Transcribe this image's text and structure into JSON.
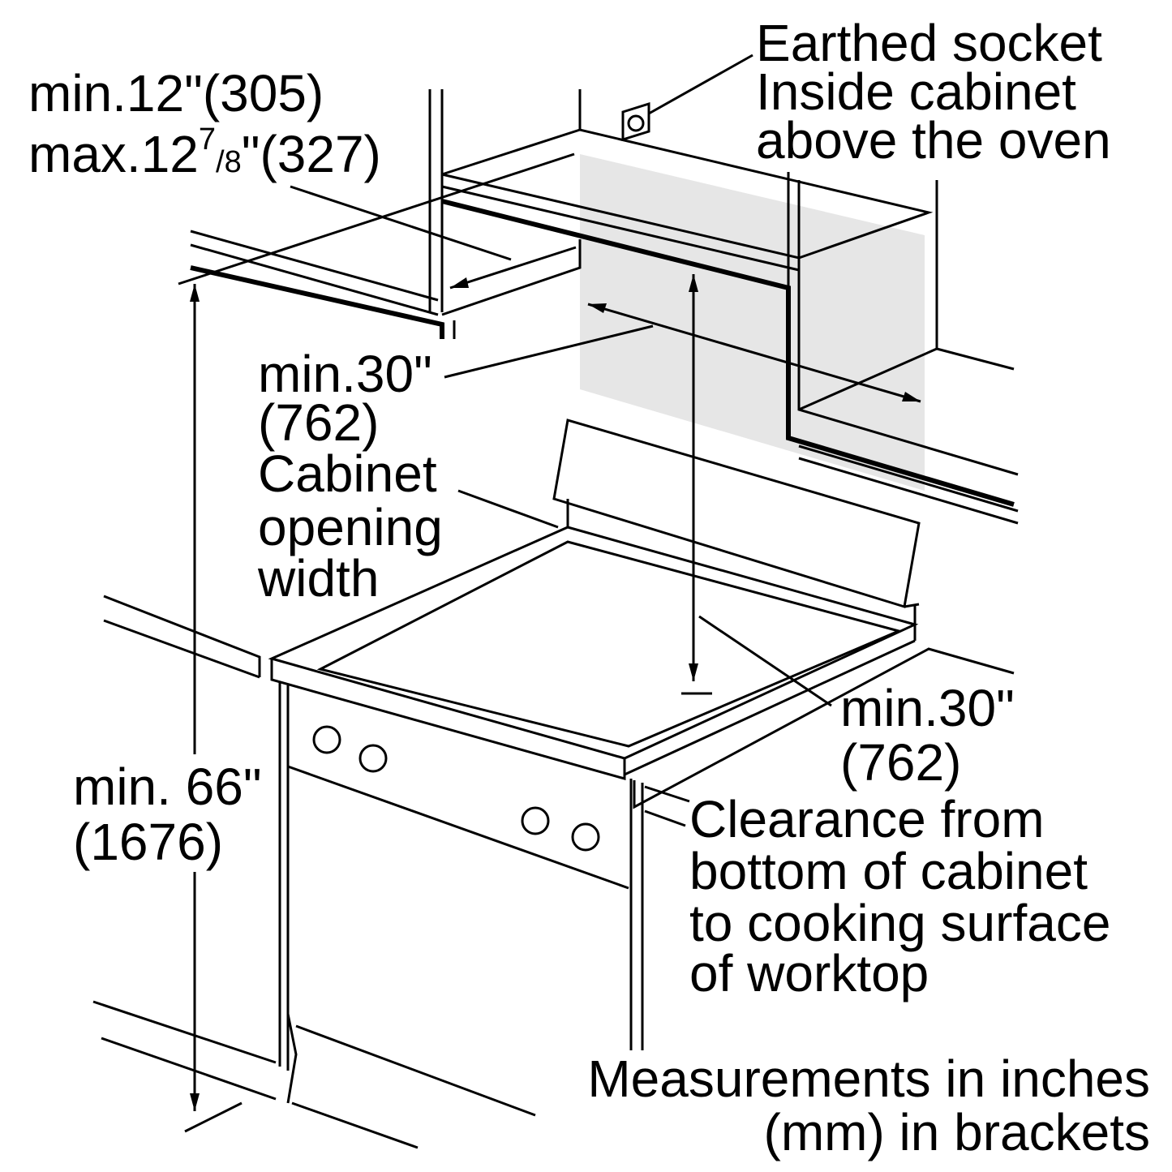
{
  "labels": {
    "socket": [
      "Earthed socket",
      "Inside cabinet",
      "above the oven"
    ],
    "depth": {
      "min": "min.12\"(305)",
      "max_prefix": "max.12",
      "max_num": "7",
      "max_den": "/8",
      "max_suffix": "\"(327)"
    },
    "opening": [
      "min.30\"",
      "(762)",
      "Cabinet",
      "opening",
      "width"
    ],
    "clearance_value": [
      "min.30\"",
      "(762)"
    ],
    "clearance": [
      "Clearance from",
      "bottom of cabinet",
      "to cooking surface",
      "of worktop"
    ],
    "height": [
      "min. 66\"",
      "(1676)"
    ],
    "note": [
      "Measurements in inches",
      "(mm) in brackets"
    ]
  },
  "colors": {
    "line": "#000000",
    "shade": "#e6e6e6"
  }
}
